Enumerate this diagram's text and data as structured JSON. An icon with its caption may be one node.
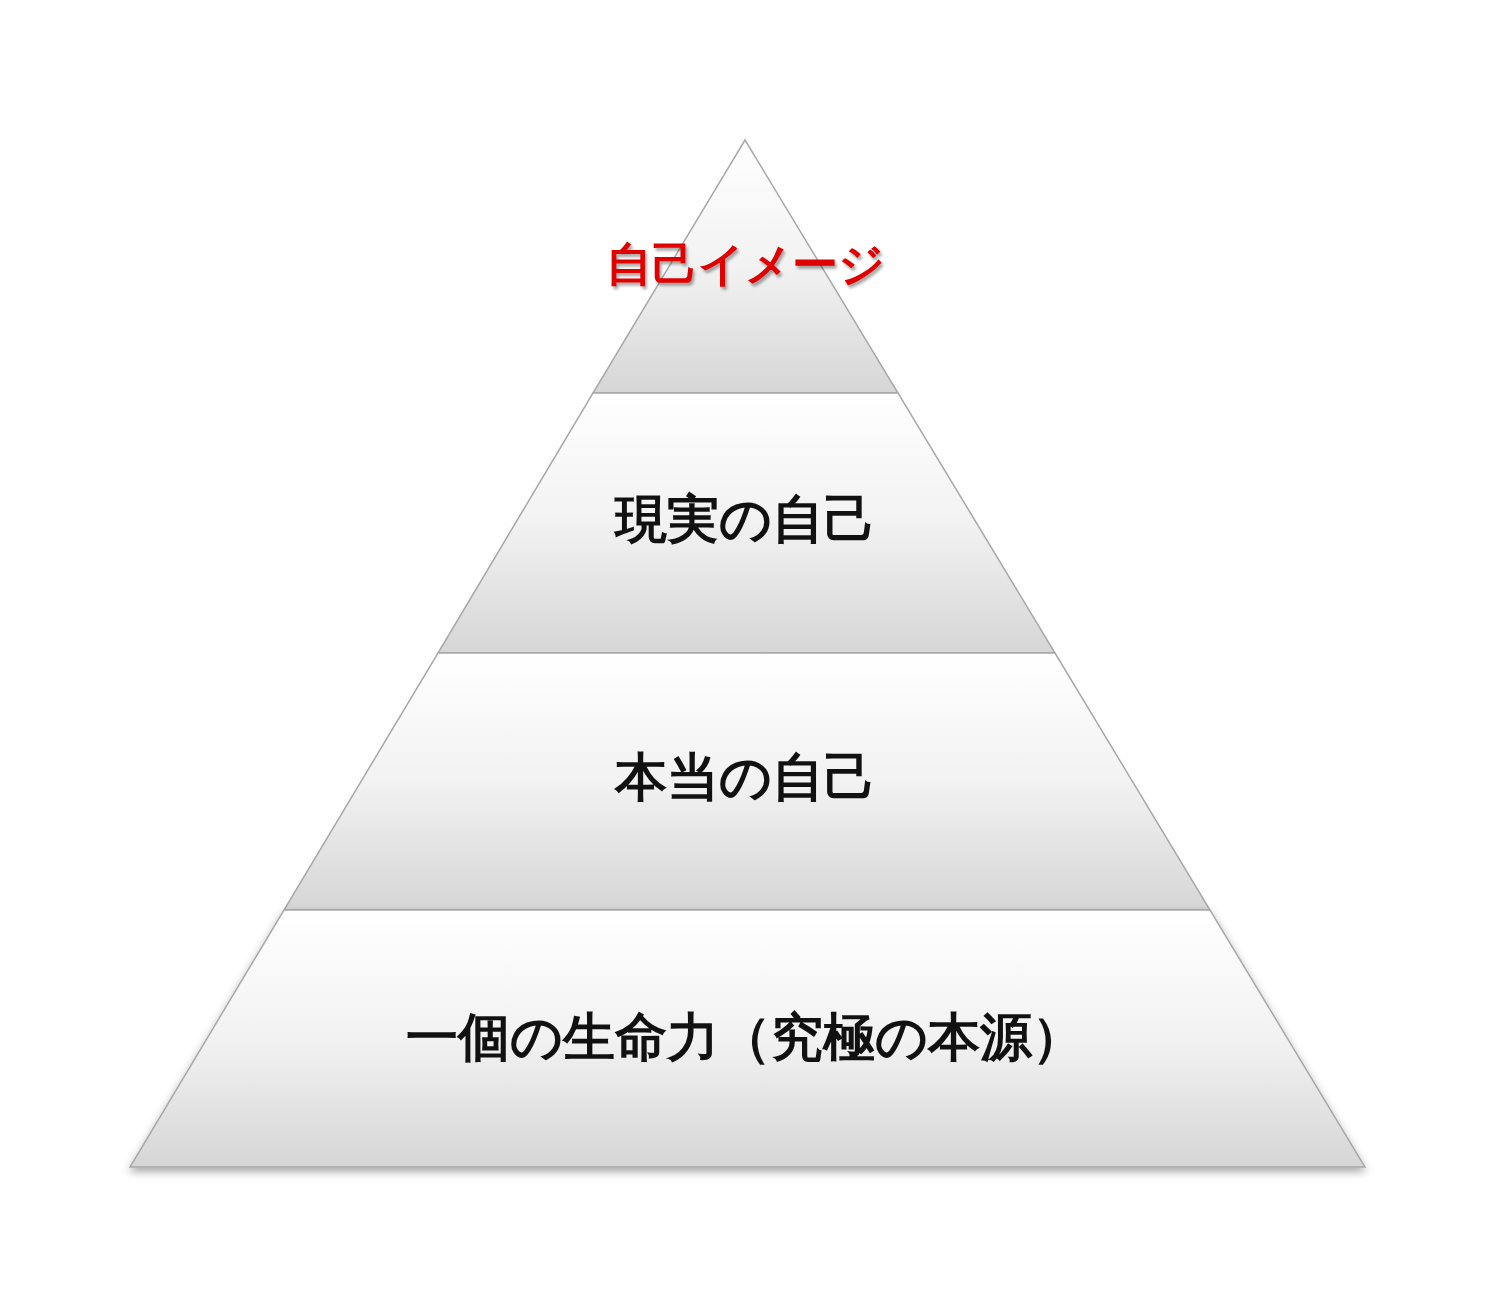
{
  "diagram": {
    "nodes": [
      {
        "text": [
          "自己イメージ"
        ]
      },
      {
        "text": [
          "現実の自己"
        ]
      },
      {
        "text": [
          "本当の自己"
        ]
      },
      {
        "text": [
          "一個の生命力（究極の本源）"
        ]
      }
    ]
  }
}
